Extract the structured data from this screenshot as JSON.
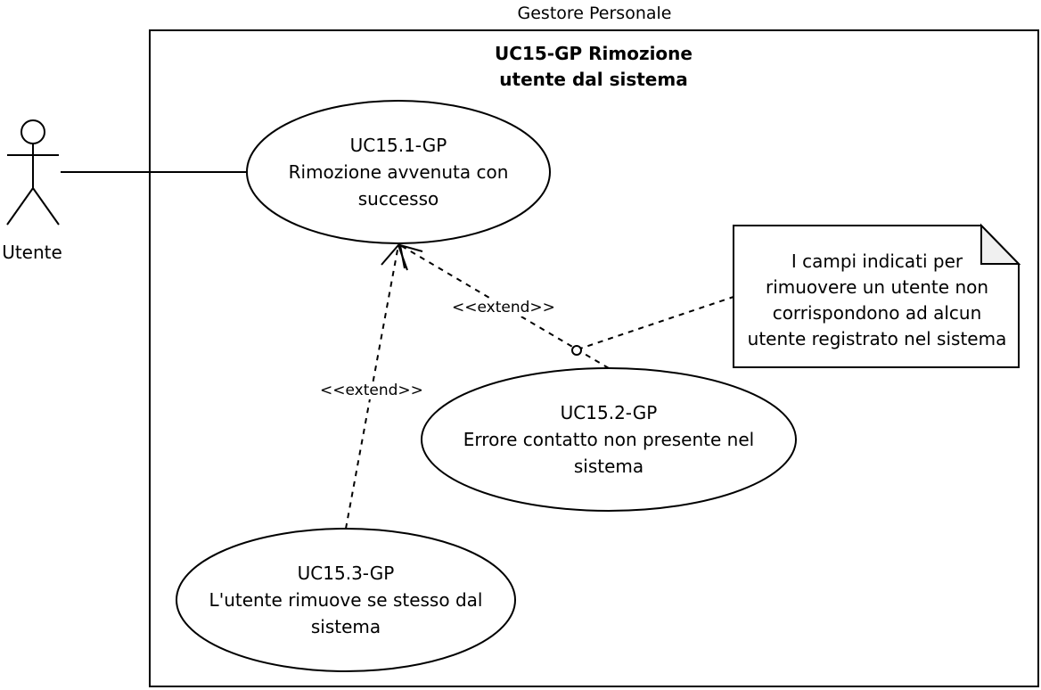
{
  "system": {
    "label": "Gestore Personale",
    "title_line1": "UC15-GP Rimozione",
    "title_line2": "utente dal sistema"
  },
  "actor": {
    "label": "Utente",
    "icon": "stick-figure-actor-icon"
  },
  "use_cases": [
    {
      "id": "UC15.1-GP",
      "lines": [
        "Rimozione avvenuta con",
        "successo"
      ]
    },
    {
      "id": "UC15.2-GP",
      "lines": [
        "Errore contatto non presente nel",
        "sistema"
      ]
    },
    {
      "id": "UC15.3-GP",
      "lines": [
        "L'utente rimuove se stesso dal",
        "sistema"
      ]
    }
  ],
  "relations": [
    {
      "type": "association",
      "from": "Utente",
      "to": "UC15.1-GP"
    },
    {
      "type": "extend",
      "label": "<<extend>>",
      "from": "UC15.2-GP",
      "to": "UC15.1-GP"
    },
    {
      "type": "extend",
      "label": "<<extend>>",
      "from": "UC15.3-GP",
      "to": "UC15.1-GP"
    }
  ],
  "note": {
    "lines": [
      "I campi indicati per",
      "rimuovere un utente non",
      "corrispondono ad alcun",
      "utente registrato nel sistema"
    ]
  },
  "colors": {
    "stroke": "#000000",
    "background": "#ffffff",
    "note_fold": "#f0f0f0"
  }
}
